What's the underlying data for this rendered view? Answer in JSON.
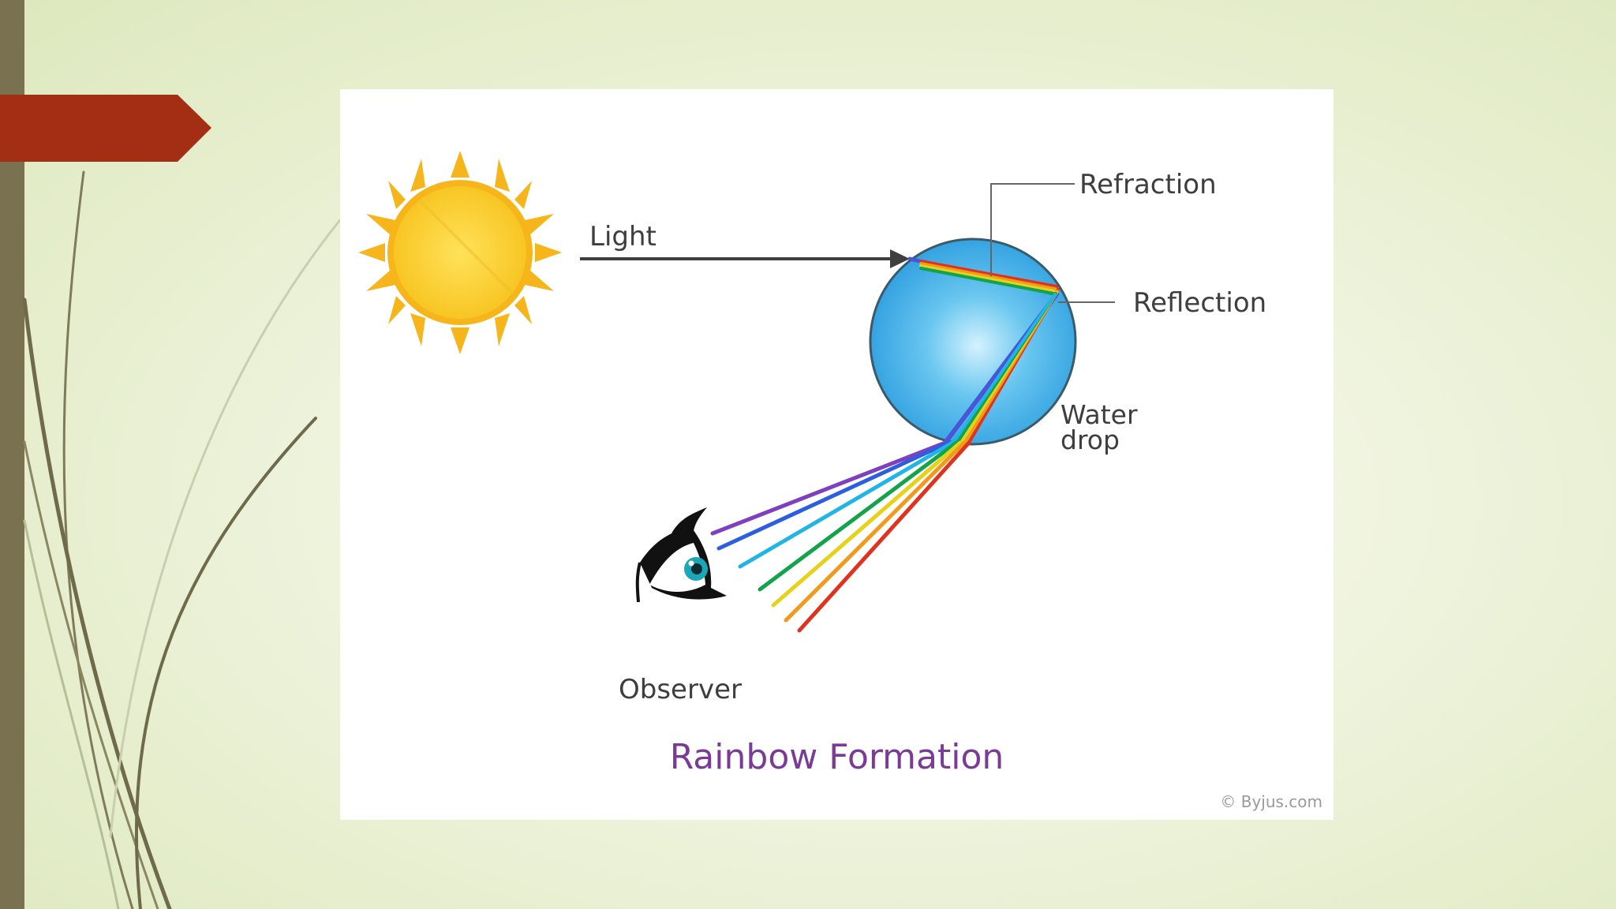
{
  "slide": {
    "accent_color": "#a32e13",
    "side_bar_color": "#7a7150"
  },
  "diagram": {
    "title": "Rainbow Formation",
    "credit": "© Byjus.com",
    "labels": {
      "light": "Light",
      "refraction": "Refraction",
      "reflection": "Reflection",
      "water_drop": [
        "Water",
        "drop"
      ],
      "observer": "Observer"
    },
    "spectrum_colors": [
      "#7f3fbf",
      "#2c5fe0",
      "#21b5e6",
      "#13a34a",
      "#e6d21a",
      "#f29a1c",
      "#e0321e"
    ],
    "icons": [
      "sun-icon",
      "eye-icon"
    ]
  }
}
